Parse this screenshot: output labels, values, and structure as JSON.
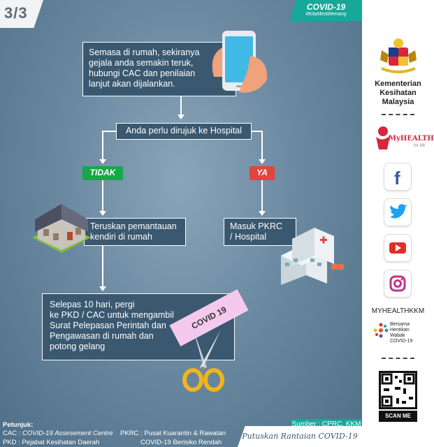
{
  "header": {
    "page_number": "3/3",
    "tag_title": "COVID-19",
    "tag_hashtag": "#KitaMestiMenang"
  },
  "flow": {
    "step1": [
      "Semasa di rumah, sekiranya",
      "gejala anda semakin teruk,",
      "hubungi CAC dan penilaian",
      "lanjut akan dijalankan."
    ],
    "step2": "Anda perlu dirujuk ke Hospital",
    "no_label": "TIDAK",
    "yes_label": "YA",
    "no_box": [
      "Teruskan pemantauan",
      "kendiri di rumah"
    ],
    "yes_box": [
      "Masuk PKRC",
      "/ Hospital"
    ],
    "final": [
      "Selepas 10 hari, pergi",
      "ke PKD / CAC untuk mengambil",
      "Surat Pelepasan Perintah dan",
      "Pengawasan di rumah dan",
      "potong gelang"
    ],
    "bracelet_text": "COVID 19"
  },
  "source": "Sumber : CPRC, KKM",
  "legend": {
    "title": "Petunjuk:",
    "cac_key": "CAC :",
    "cac_value": "COVID-19 Assesement Centre",
    "pkd_key": "PKD :",
    "pkd_value": "Pejabat Kesihatan Daerah",
    "pkrc_key": "PKRC :",
    "pkrc_value": "Pusat Kuarantin & Rawatan",
    "pkrc_value2": "COVID-19 Berisiko Rendah"
  },
  "tagline": "Putuskan Rantaian COVID-19",
  "sidebar": {
    "ministry": [
      "Kementerian",
      "Kesihatan",
      "Malaysia"
    ],
    "myhealth_logo": "MyHEALTH",
    "myhealth_sub": "for life",
    "social_handle": "MYHEALTHKKM",
    "campaign": [
      "Bersama",
      "Hentikan",
      "Wabak",
      "COVID-19"
    ],
    "scan": "SCAN ME"
  },
  "colors": {
    "accent": "#17a89a",
    "box": "#3a5870",
    "no": "#17a84a",
    "yes": "#e0463c"
  }
}
